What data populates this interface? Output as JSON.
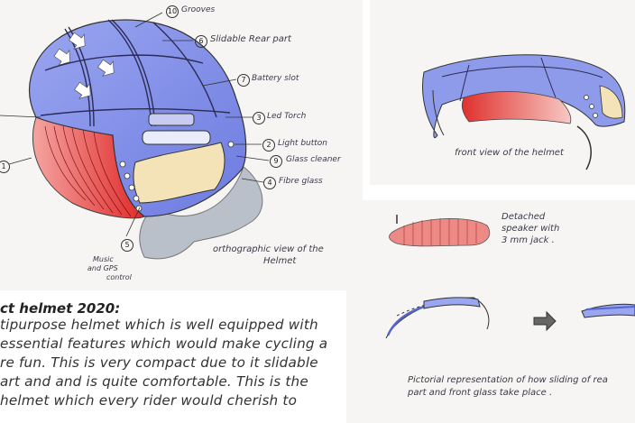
{
  "callouts": {
    "n10": "10",
    "l10": "Grooves",
    "n6": "6",
    "l6": "Slidable Rear part",
    "n7": "7",
    "l7": "Battery slot",
    "n3": "3",
    "l3": "Led Torch",
    "n2": "2",
    "l2": "Light button",
    "n9": "9",
    "l9": "Glass cleaner",
    "n4": "4",
    "l4": "Fibre glass",
    "n1": "1",
    "n5": "5",
    "l5a": "Music",
    "l5b": "and GPS",
    "l5c": "control"
  },
  "captions": {
    "ortho1": "orthographic view of the",
    "ortho2": "Helmet",
    "front": "front view of the helmet",
    "speaker1": "Detached",
    "speaker2": "speaker with",
    "speaker3": "3 mm jack .",
    "pict1": "Pictorial representation of how sliding of rea",
    "pict2": "part and front glass take place ."
  },
  "description": {
    "title": "ct helmet 2020:",
    "lines": [
      "tipurpose helmet which is well equipped with",
      "essential features which would make cycling a",
      "re fun. This is very compact due to it slidable",
      "art and and is quite comfortable. This is the",
      " helmet which every rider would cherish to"
    ]
  },
  "colors": {
    "shell": "#7f8fe6",
    "speaker": "#e4393a",
    "glass": "#f5e3b8",
    "fibre": "#b9c0c9"
  }
}
